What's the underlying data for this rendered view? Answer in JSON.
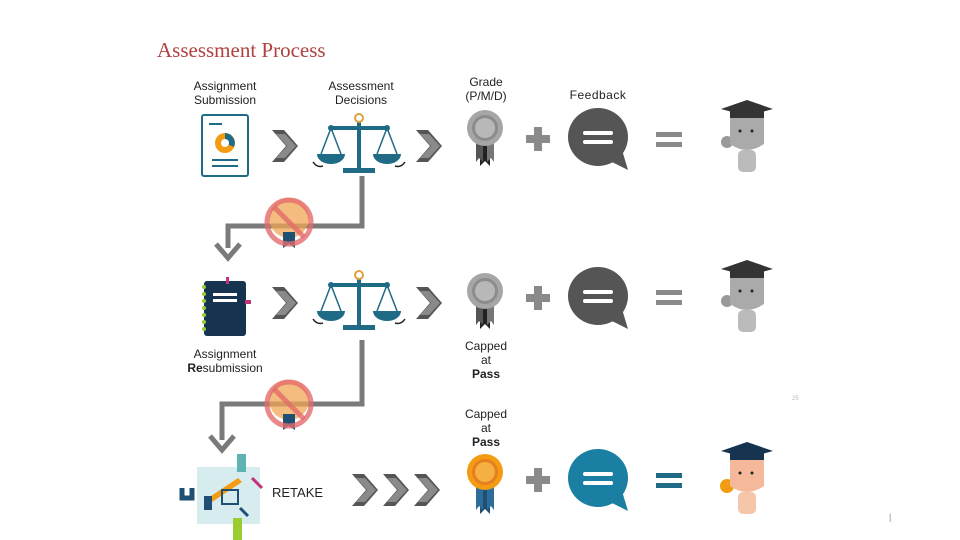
{
  "title": "Assessment Process",
  "headers": {
    "submission_line1": "Assignment",
    "submission_line2": "Submission",
    "decisions_line1": "Assessment",
    "decisions_line2": "Decisions",
    "grade_line1": "Grade",
    "grade_line2": "(P/M/D)",
    "feedback": "Feedback"
  },
  "resubmission": {
    "line1": "Assignment",
    "bold_part": "Re",
    "rest": "submission"
  },
  "capped_1": {
    "line1": "Capped",
    "line2": "at",
    "line3": "Pass"
  },
  "capped_2": {
    "line1": "Capped",
    "line2": "at",
    "line3": "Pass"
  },
  "retake": "RETAKE",
  "small_ref": "25",
  "colors": {
    "title": "#b0413e",
    "arrow": "#666666",
    "connector": "#7a7a7a",
    "scale": "#1f6b86",
    "badge_grey": "#a6a6a6",
    "badge_gold": "#f39c12",
    "bubble_grey": "#555555",
    "bubble_teal": "#1b7fa3",
    "notebook": "#16334f",
    "no_sign": "#e36b6b"
  }
}
